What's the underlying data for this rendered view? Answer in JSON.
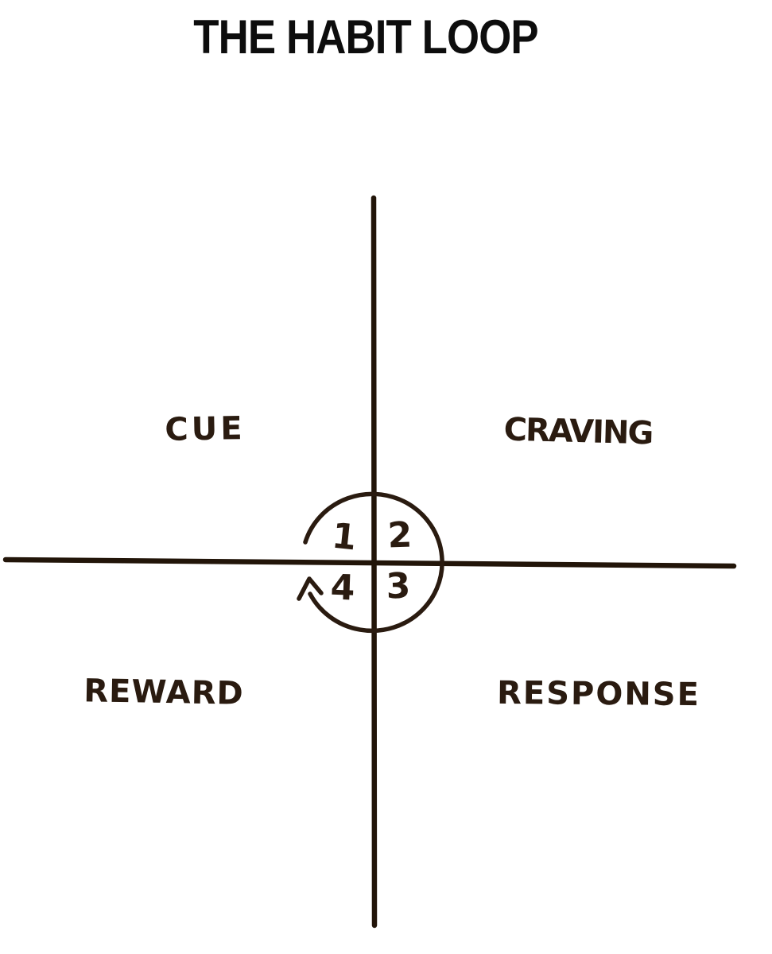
{
  "title": "THE HABIT LOOP",
  "diagram": {
    "quadrants": {
      "top_left": {
        "label": "CUE",
        "step": "1"
      },
      "top_right": {
        "label": "CRAVING",
        "step": "2"
      },
      "bottom_right": {
        "label": "RESPONSE",
        "step": "3"
      },
      "bottom_left": {
        "label": "REWARD",
        "step": "4"
      }
    },
    "loop_direction": "clockwise",
    "step_order": [
      "1",
      "2",
      "3",
      "4"
    ],
    "colors": {
      "background": "#ffffff",
      "title_text": "#0d0d0d",
      "ink": "#2a1b10",
      "axis_ink": "#221509"
    }
  }
}
